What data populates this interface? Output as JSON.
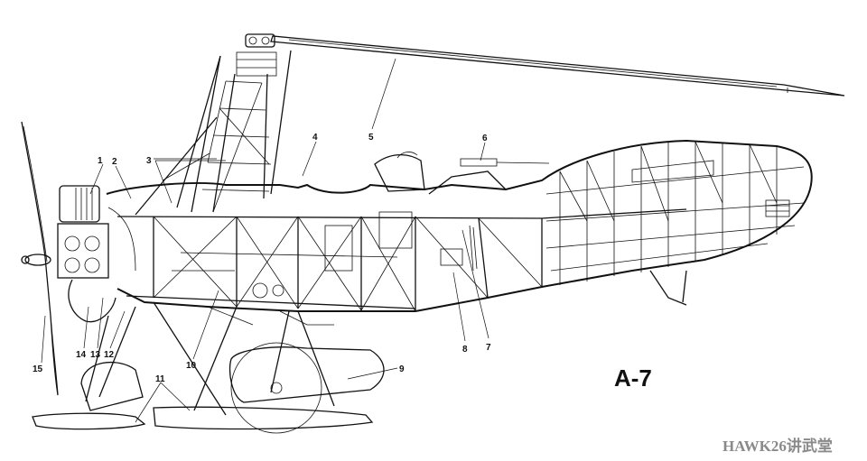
{
  "title": "A-7",
  "watermark": "HAWK26讲武堂",
  "callouts": [
    "1",
    "2",
    "3",
    "4",
    "5",
    "6",
    "7",
    "8",
    "9",
    "10",
    "11",
    "12",
    "13",
    "14",
    "15"
  ]
}
